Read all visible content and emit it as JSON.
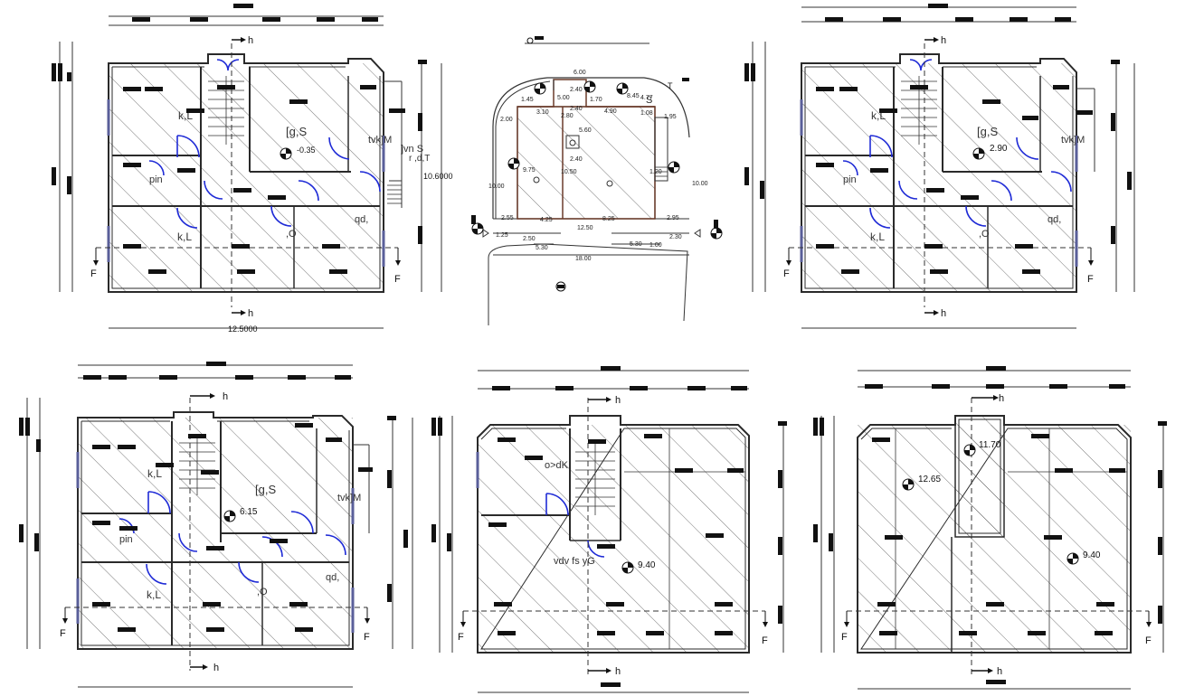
{
  "drawing": {
    "plan1": {
      "room_labels": [
        "k,L",
        "[g,S",
        "tvk]M",
        "pin",
        "k,L",
        "qd,",
        ",O",
        "]vn S",
        "r ,d,T"
      ],
      "level": "-0.35",
      "section_h": "h",
      "section_f": "F",
      "overall_width": "12.5000",
      "overall_height": "10.6000"
    },
    "site_plan": {
      "dims": [
        "6.00",
        "2.40",
        "1.70",
        "2.40",
        "3.10",
        "4.90",
        "1.95",
        "2.00",
        "1.45",
        "1.08",
        "5.60",
        "2.40",
        "9.75",
        "10.00",
        "10.50",
        "1.20",
        "10.00",
        "2.55",
        "4.25",
        "8.25",
        "2.95",
        "12.50",
        "2.50",
        "5.30",
        "5.30",
        "2.30",
        "18.00",
        "1.25",
        "8.45",
        "4.77",
        "2.80",
        "5.00",
        "1.00"
      ],
      "label_s": "S",
      "label_t": "T"
    },
    "plan2": {
      "room_labels": [
        "k,L",
        "[g,S",
        "tvk]M",
        "pin",
        "k,L",
        "qd,",
        ",O"
      ],
      "level": "2.90",
      "section_h": "h",
      "section_f": "F"
    },
    "plan3": {
      "room_labels": [
        "k,L",
        "[g,S",
        "tvk]M",
        "pin",
        "k,L",
        "qd,",
        ",O"
      ],
      "level": "6.15",
      "section_h": "h",
      "section_f": "F"
    },
    "plan4": {
      "room_labels": [
        "o>dK",
        "vdv  fs yG"
      ],
      "level": "9.40",
      "section_h": "h",
      "section_f": "F"
    },
    "plan5": {
      "levels": [
        "11.70",
        "12.65",
        "9.40"
      ],
      "section_h": "h",
      "section_f": "F"
    }
  },
  "colors": {
    "line": "#2a2a2a",
    "door": "#1f2bd6",
    "window": "#5a5f9a",
    "tag": "#111111",
    "hatch": "#3a3a3a"
  }
}
